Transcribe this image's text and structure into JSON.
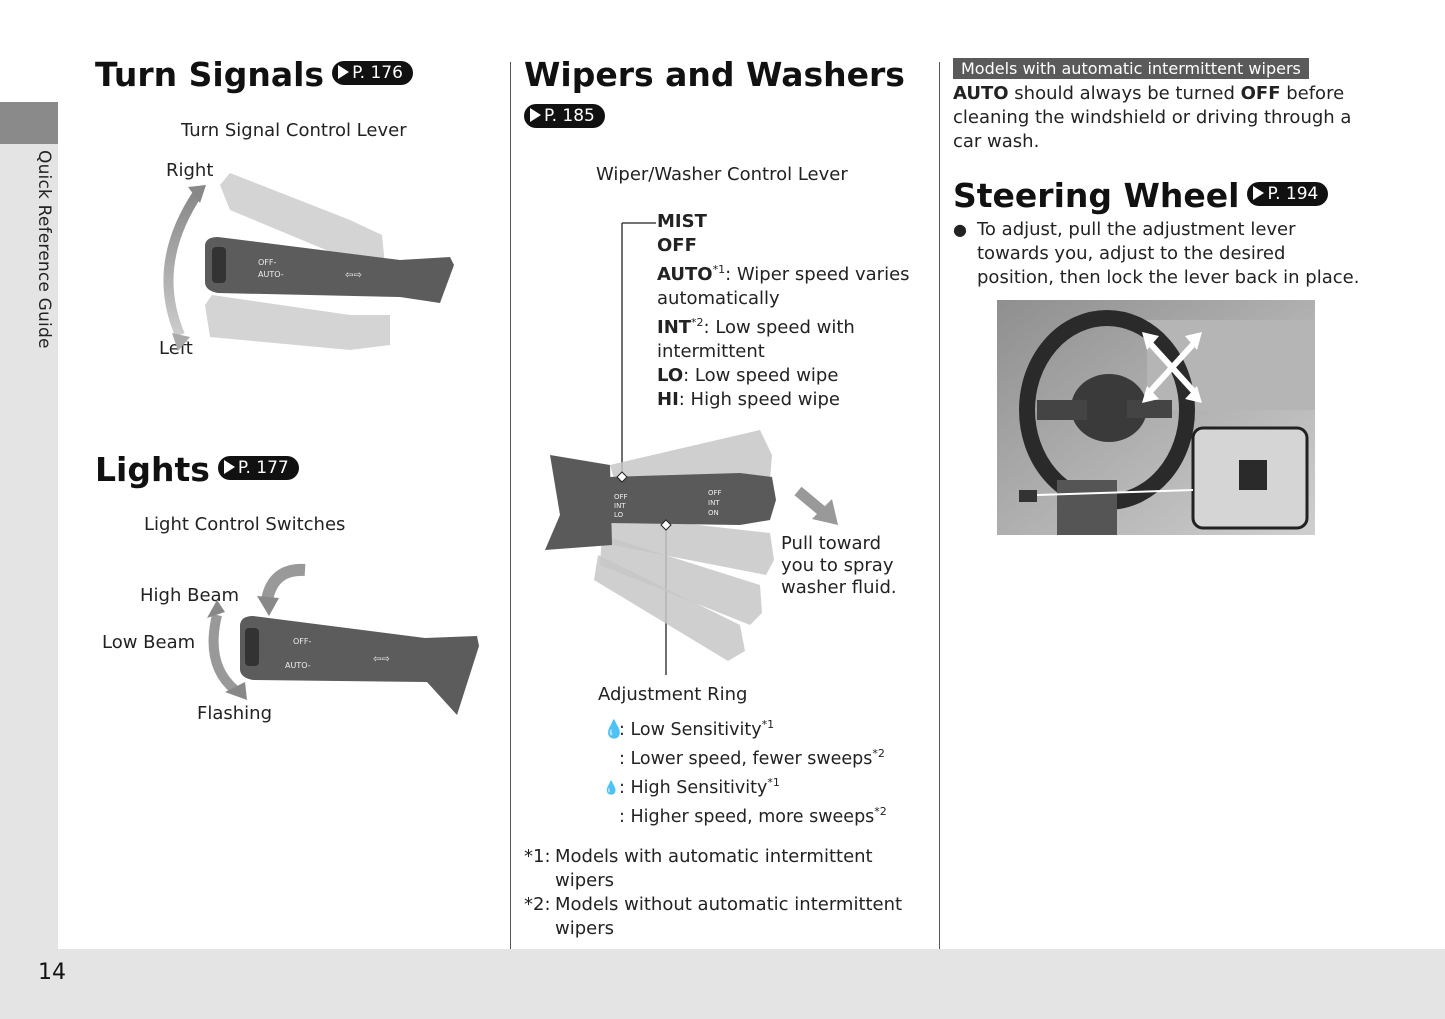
{
  "sidebar": {
    "label": "Quick Reference Guide"
  },
  "footer": {
    "page_number": "14"
  },
  "turn_signals": {
    "title": "Turn Signals",
    "page_ref": "P. 176",
    "caption": "Turn Signal Control Lever",
    "label_right": "Right",
    "label_left": "Left"
  },
  "lights": {
    "title": "Lights",
    "page_ref": "P. 177",
    "caption": "Light Control Switches",
    "label_high_beam": "High Beam",
    "label_low_beam": "Low Beam",
    "label_flashing": "Flashing"
  },
  "wipers": {
    "title": "Wipers and Washers",
    "page_ref": "P. 185",
    "caption": "Wiper/Washer Control Lever",
    "mist": "MIST",
    "off": "OFF",
    "auto_key": "AUTO",
    "auto_sup": "*1",
    "auto_desc": ": Wiper speed varies",
    "auto_desc2": "automatically",
    "int_key": "INT",
    "int_sup": "*2",
    "int_desc": ": Low speed with",
    "int_desc2": "intermittent",
    "lo_key": "LO",
    "lo_desc": ": Low speed wipe",
    "hi_key": "HI",
    "hi_desc": ": High speed wipe",
    "pull_line1": "Pull toward",
    "pull_line2": "you to spray",
    "pull_line3": "washer fluid.",
    "ring_label": "Adjustment Ring",
    "low_sens": "Low Sensitivity",
    "low_sens_sup": "*1",
    "lower_speed": "Lower speed, fewer sweeps",
    "lower_speed_sup": "*2",
    "high_sens": "High Sensitivity",
    "high_sens_sup": "*1",
    "higher_speed": "Higher speed, more sweeps",
    "higher_speed_sup": "*2",
    "note1_mark": "*1:",
    "note1_line1": "Models with automatic intermittent",
    "note1_line2": "wipers",
    "note2_mark": "*2:",
    "note2_line1": "Models without automatic intermittent",
    "note2_line2": "wipers"
  },
  "right_col": {
    "banner": "Models with automatic intermittent wipers",
    "auto_word": "AUTO",
    "para_mid": " should always be turned ",
    "off_word": "OFF",
    "para_end": " before",
    "para_line2": "cleaning the windshield or driving through a",
    "para_line3": "car wash."
  },
  "steering": {
    "title": "Steering Wheel",
    "page_ref": "P. 194",
    "bullet": "●",
    "line1": "To adjust, pull the adjustment lever",
    "line2": "towards you, adjust to the desired",
    "line3": "position, then lock the lever back in place."
  },
  "icons": {
    "page_ref": "arrow-right-icon",
    "lever_turn": "turn-signal-lever-illustration",
    "lever_lights": "light-control-lever-illustration",
    "lever_wiper": "wiper-lever-illustration",
    "steering_photo": "steering-wheel-illustration"
  }
}
